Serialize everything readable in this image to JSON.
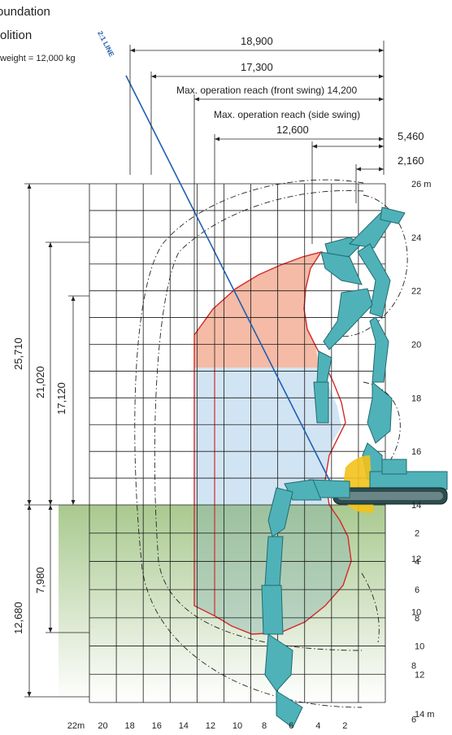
{
  "header": {
    "line1": "oundation",
    "line2": "olition",
    "weight_note": "weight = 12,000 kg"
  },
  "line_label": "2:1 LINE",
  "dims": {
    "d1": "18,900",
    "d2": "17,300",
    "d3": "Max. operation reach (front swing) 14,200",
    "d4a": "Max. operation reach (side swing)",
    "d4b": "12,600",
    "d5": "5,460",
    "d6": "2,160"
  },
  "vertical_dims": {
    "h1": "25,710",
    "h2": "21,020",
    "h3": "17,120",
    "h4": "12,680",
    "h5": "7,980"
  },
  "x_axis_labels": [
    "22m",
    "20",
    "18",
    "16",
    "14",
    "12",
    "10",
    "8",
    "6",
    "4",
    "2"
  ],
  "y_axis_labels_above": [
    "26 m",
    "24",
    "22",
    "20",
    "18",
    "16",
    "14",
    "12",
    "10",
    "8",
    "6"
  ],
  "y_axis_labels_below": [
    "2",
    "4",
    "6",
    "8",
    "10",
    "12",
    "14 m"
  ],
  "colors": {
    "grid": "#1a1a1a",
    "red": "#d42a2a",
    "salmon": "#f4b49c",
    "light_blue": "#cfe3f2",
    "teal": "#4fb2b8",
    "teal_dark": "#1f6b70",
    "ground_top": "#a9c98f",
    "ground_bottom": "#ffffff",
    "line_blue": "#1f5fb0",
    "yellow": "#f2c21b"
  }
}
